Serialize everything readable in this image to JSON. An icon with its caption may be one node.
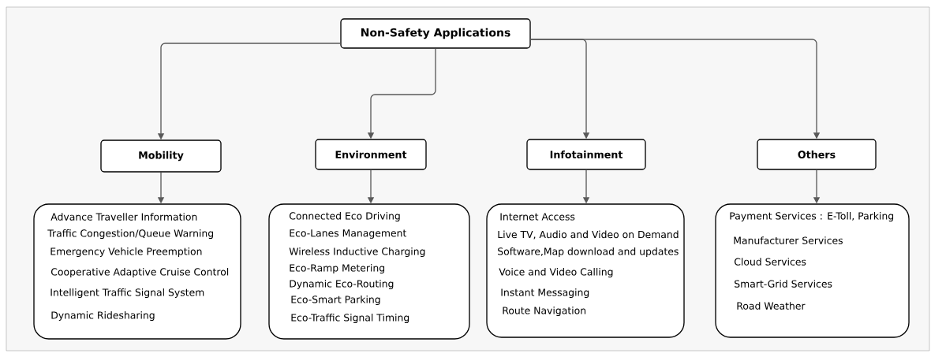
{
  "diagram": {
    "nodes": [
      {
        "text": [
          "Non-Safety Applications"
        ]
      },
      {
        "text": [
          "Mobility"
        ]
      },
      {
        "text": [
          "Environment"
        ]
      },
      {
        "text": [
          "Infotainment"
        ]
      },
      {
        "text": [
          "Others"
        ]
      },
      {
        "text": [
          "Advance Traveller Information",
          "Traffic Congestion/Queue Warning",
          "Emergency Vehicle Preemption",
          "Cooperative Adaptive Cruise Control",
          "Intelligent Traffic Signal System",
          "Dynamic Ridesharing"
        ]
      },
      {
        "text": [
          "Connected Eco Driving",
          "Eco-Lanes Management",
          "Wireless Inductive Charging",
          "Eco-Ramp Metering",
          "Dynamic Eco-Routing",
          "Eco-Smart Parking",
          "Eco-Traffic Signal Timing"
        ]
      },
      {
        "text": [
          "Internet Access",
          "Live TV, Audio and Video on Demand",
          "Software,Map download and updates",
          "Voice and Video Calling",
          "Instant Messaging",
          "Route Navigation"
        ]
      },
      {
        "text": [
          "Payment Services : E-Toll, Parking",
          "Manufacturer Services",
          "Cloud Services",
          "Smart-Grid Services",
          "Road Weather"
        ]
      }
    ],
    "edges": [
      {
        "from": 0,
        "to": 1,
        "arrow": "to"
      },
      {
        "from": 0,
        "to": 2,
        "arrow": "to"
      },
      {
        "from": 0,
        "to": 3,
        "arrow": "to"
      },
      {
        "from": 0,
        "to": 4,
        "arrow": "to"
      },
      {
        "from": 1,
        "to": 5,
        "arrow": "to"
      },
      {
        "from": 2,
        "to": 6,
        "arrow": "to"
      },
      {
        "from": 3,
        "to": 7,
        "arrow": "to"
      },
      {
        "from": 4,
        "to": 8,
        "arrow": "to"
      }
    ]
  }
}
